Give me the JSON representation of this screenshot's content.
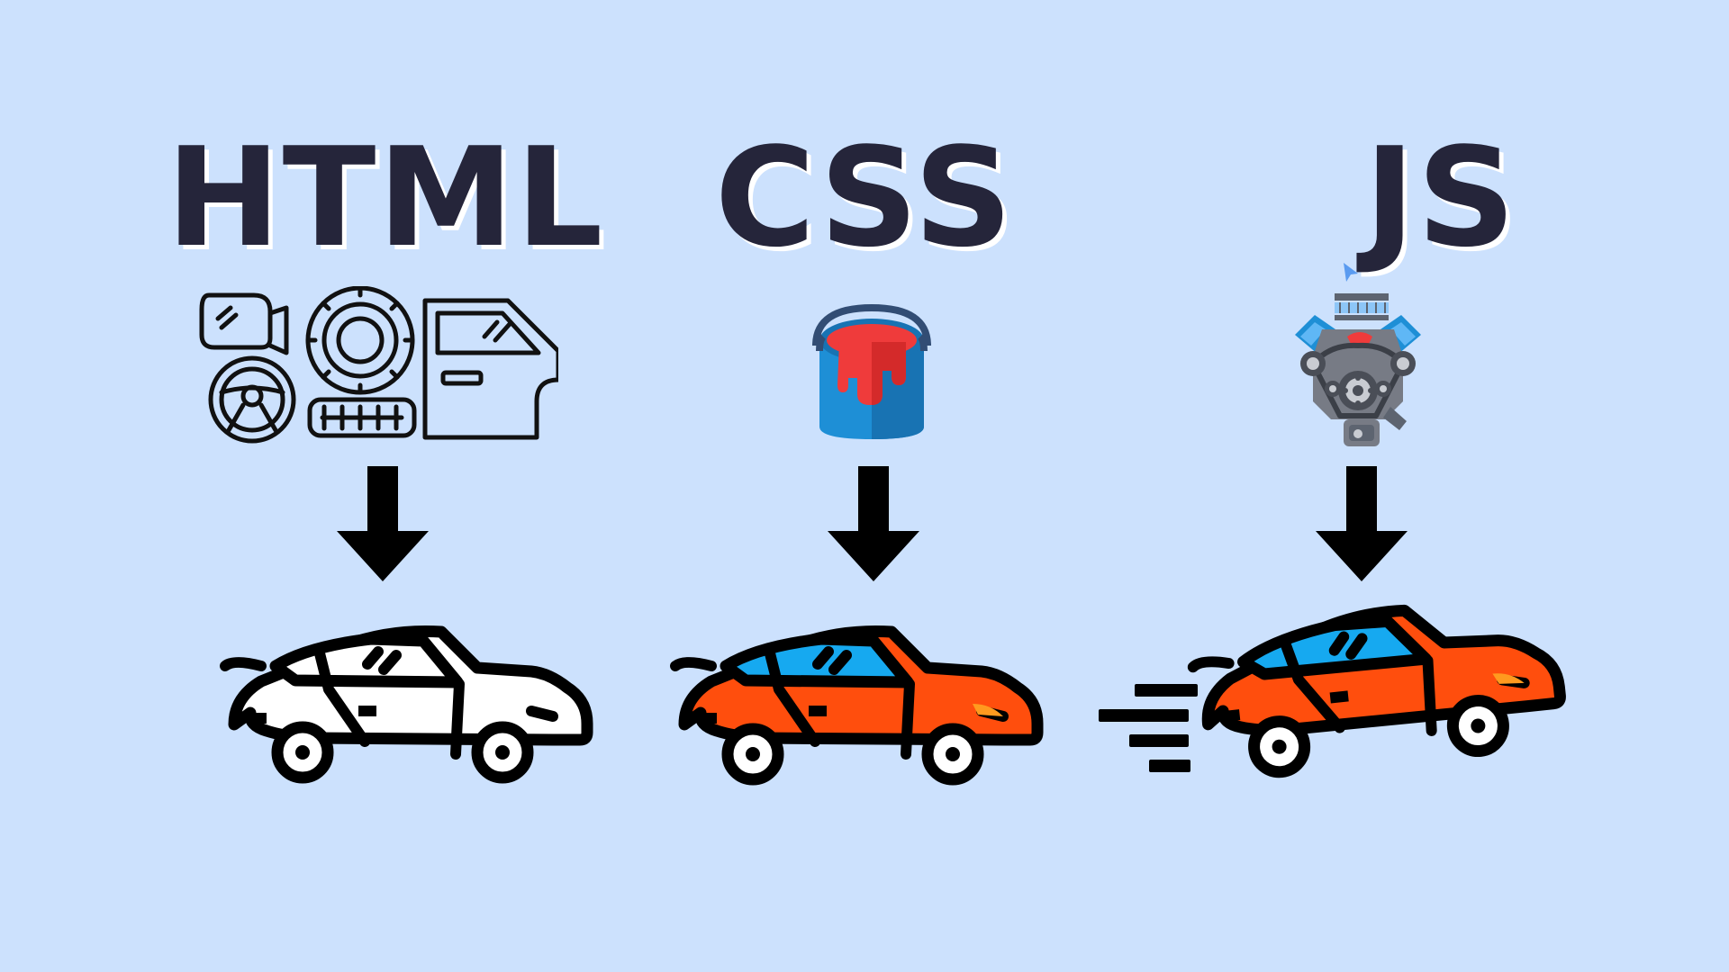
{
  "columns": [
    {
      "id": "html",
      "title": "HTML",
      "icon": "car-parts-icon",
      "result": "car-outline-icon"
    },
    {
      "id": "css",
      "title": "CSS",
      "icon": "paint-bucket-icon",
      "result": "car-painted-icon"
    },
    {
      "id": "js",
      "title": "JS",
      "icon": "engine-icon",
      "result": "car-moving-icon"
    }
  ],
  "colors": {
    "background": "#cce1fd",
    "title": "#25253a",
    "title_shadow": "#ffffff",
    "car_body": "#ff4e0d",
    "car_window": "#16a9f0",
    "paint_red": "#ef3b3b",
    "bucket_blue": "#1e8fd6",
    "engine_gray": "#777b85"
  }
}
